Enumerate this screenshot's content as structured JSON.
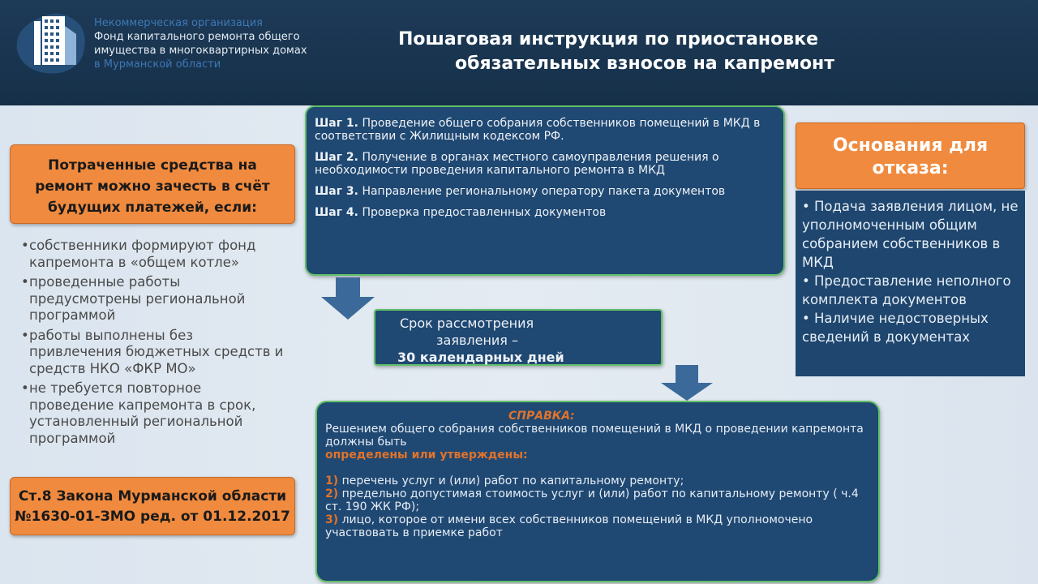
{
  "header": {
    "org_line1": "Некоммерческая организация",
    "org_line2": "Фонд капитального ремонта общего",
    "org_line3": "имущества в многоквартирных домах",
    "org_line4": "в Мурманской области",
    "title_line1": "Пошаговая инструкция по приостановке",
    "title_line2": "обязательных взносов на капремонт"
  },
  "left": {
    "heading_line1": "Потраченные средства на",
    "heading_line2": "ремонт можно зачесть в счёт",
    "heading_line3": "будущих платежей, если:",
    "conditions": [
      "собственники формируют фонд капремонта в «общем котле»",
      "проведенные работы предусмотрены региональной программой",
      "работы выполнены без привлечения бюджетных средств и средств НКО «ФКР МО»",
      "не требуется повторное проведение капремонта в срок, установленный региональной программой"
    ],
    "law_line1": "Ст.8 Закона Мурманской области",
    "law_line2": "№1630-01-ЗМО ред. от 01.12.2017"
  },
  "steps": [
    {
      "label": "Шаг 1.",
      "text": "Проведение общего собрания собственников помещений в МКД в соответствии  с Жилищным кодексом РФ."
    },
    {
      "label": "Шаг 2.",
      "text": "Получение в органах местного самоуправления решения о необходимости проведения капитального ремонта в МКД"
    },
    {
      "label": "Шаг 3.",
      "text": "Направление региональному оператору пакета документов"
    },
    {
      "label": "Шаг 4.",
      "text": "Проверка предоставленных документов"
    }
  ],
  "term": {
    "line1": "Срок рассмотрения",
    "line2": "заявления –",
    "line3": "30 календарных дней"
  },
  "reasons": {
    "heading_line1": "Основания для",
    "heading_line2": "отказа:",
    "items": [
      "• Подача заявления лицом, не уполномоченным общим собранием собственников в МКД",
      "• Предоставление неполного комплекта документов",
      "• Наличие недостоверных сведений в документах"
    ]
  },
  "note": {
    "heading": "СПРАВКА:",
    "intro": "Решением общего собрания собственников помещений в МКД о проведении капремонта должны быть",
    "highlight": "определены или утверждены:",
    "items": [
      {
        "num": "1)",
        "text": "перечень услуг и (или) работ по капитальному ремонту;"
      },
      {
        "num": "2)",
        "text": "предельно допустимая  стоимость услуг и (или) работ по капитальному ремонту  ( ч.4 ст. 190 ЖК РФ);"
      },
      {
        "num": "3)",
        "text": "лицо, которое от имени всех собственников помещений в МКД уполномочено участвовать в приемке работ"
      }
    ]
  },
  "colors": {
    "header_bg": "#1d3a57",
    "orange": "#f08a3e",
    "dark_blue": "#1f4872",
    "green_border": "#63c06a",
    "accent_text": "#e0732b"
  }
}
